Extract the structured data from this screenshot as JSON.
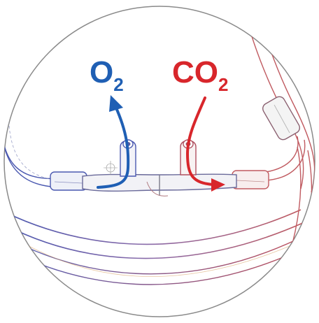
{
  "labels": {
    "o2": {
      "symbol": "O",
      "subscript": "2"
    },
    "co2": {
      "symbol": "CO",
      "subscript": "2"
    }
  },
  "colors": {
    "oxygen": "#1f5fb4",
    "carbon_dioxide": "#d8262b",
    "outline": "#8a8a8a",
    "tube_blue": "#4a58b0",
    "tube_red": "#b8505a"
  }
}
